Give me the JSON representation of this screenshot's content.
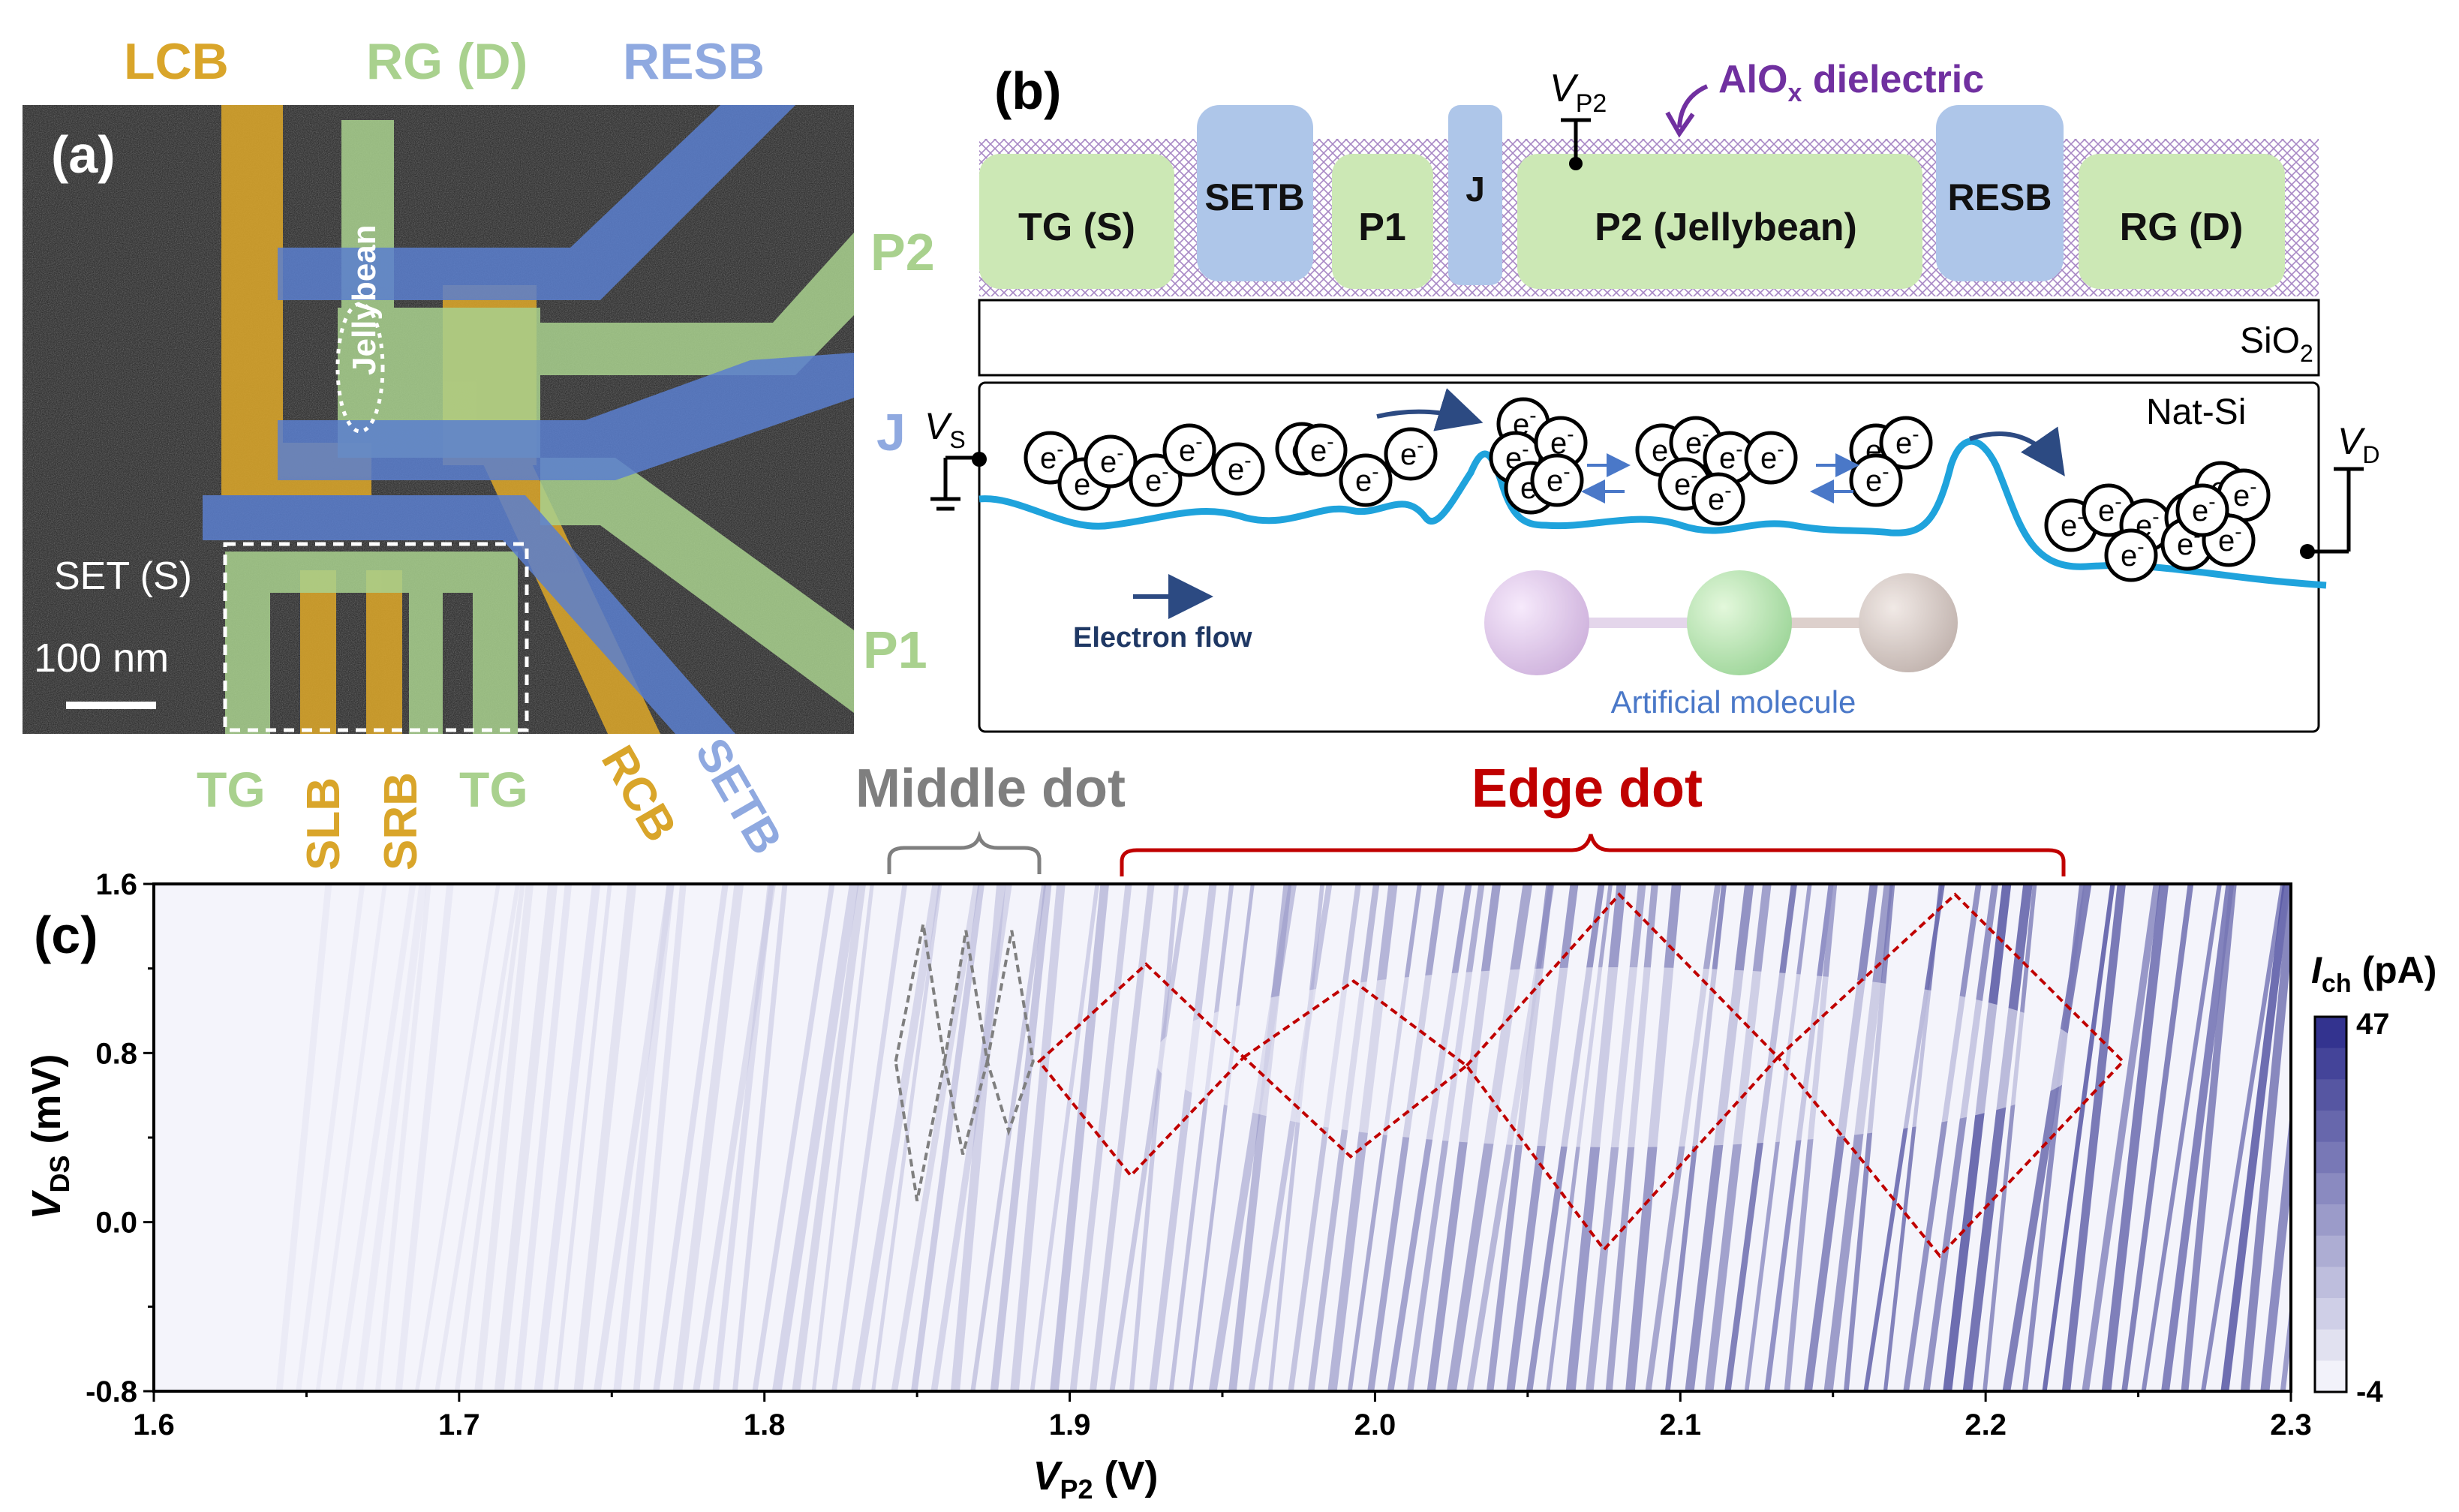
{
  "colors": {
    "gate_green": "#a9d18e",
    "gate_blue": "#5b7fcf",
    "gate_gold": "#d9a52a",
    "box_green": "#cce8b5",
    "box_blue": "#aec6e9",
    "dielectric": "#8a5fb0",
    "wave": "#1fa3dc",
    "arrow": "#2c4a82",
    "edge_dot": "#c00000",
    "middle_dot": "#7f7f7f",
    "map_low": "#f2f2fa",
    "map_high": "#33338f"
  },
  "panel_a": {
    "label": "(a)",
    "gates_top": {
      "lcb": "LCB",
      "rg_d": "RG (D)",
      "resb": "RESB"
    },
    "gates_right": {
      "p2": "P2",
      "j": "J",
      "p1": "P1"
    },
    "jellybean_label": "Jellybean",
    "set_label": "SET (S)",
    "scale_bar": "100 nm",
    "gates_bottom": {
      "tg_left": "TG",
      "slb": "SLB",
      "srb": "SRB",
      "tg_right": "TG",
      "rcb": "RCB",
      "setb": "SETB"
    }
  },
  "panel_b": {
    "label": "(b)",
    "gates": {
      "tg_s": "TG (S)",
      "setb": "SETB",
      "p1": "P1",
      "j": "J",
      "p2": "P2 (Jellybean)",
      "resb": "RESB",
      "rg_d": "RG (D)"
    },
    "vp2_label": "V",
    "vp2_sub": "P2",
    "dielectric_label": "AlO",
    "dielectric_sub": "x",
    "dielectric_suffix": " dielectric",
    "oxide_label": "SiO",
    "oxide_sub": "2",
    "substrate_label": "Nat-Si",
    "vs_label": "V",
    "vs_sub": "S",
    "vd_label": "V",
    "vd_sub": "D",
    "electron_main": "e",
    "electron_sup": "-",
    "flow_label": "Electron flow",
    "molecule_label": "Artificial molecule"
  },
  "panel_c": {
    "label": "(c)",
    "middle_dot_label": "Middle dot",
    "edge_dot_label": "Edge dot",
    "colorbar": {
      "label_main": "I",
      "label_sub": "ch",
      "label_unit": " (pA)",
      "max": "47",
      "min": "-4"
    }
  },
  "chart_data": {
    "type": "heatmap",
    "xlabel_main": "V",
    "xlabel_sub": "P2",
    "xlabel_unit": " (V)",
    "ylabel_main": "V",
    "ylabel_sub": "DS",
    "ylabel_unit": " (mV)",
    "xlim": [
      1.6,
      2.3
    ],
    "ylim": [
      -0.8,
      1.6
    ],
    "xticks": [
      1.6,
      1.7,
      1.8,
      1.9,
      2.0,
      2.1,
      2.2,
      2.3
    ],
    "xtick_labels": [
      "1.6",
      "1.7",
      "1.8",
      "1.9",
      "2.0",
      "2.1",
      "2.2",
      "2.3"
    ],
    "yticks": [
      -0.8,
      0.0,
      0.8,
      1.6
    ],
    "ytick_labels": [
      "-0.8",
      "0.0",
      "0.8",
      "1.6"
    ],
    "colorbar_range": [
      -4,
      47
    ],
    "edge_diamonds": [
      {
        "left": [
          1.89,
          0.76
        ],
        "top": [
          1.925,
          1.22
        ],
        "right": [
          1.957,
          0.78
        ],
        "bottom": [
          1.92,
          0.22
        ]
      },
      {
        "left": [
          1.957,
          0.78
        ],
        "top": [
          1.993,
          1.14
        ],
        "right": [
          2.03,
          0.74
        ],
        "bottom": [
          1.992,
          0.31
        ]
      },
      {
        "left": [
          2.03,
          0.74
        ],
        "top": [
          2.08,
          1.55
        ],
        "right": [
          2.132,
          0.78
        ],
        "bottom": [
          2.075,
          -0.13
        ]
      },
      {
        "left": [
          2.132,
          0.78
        ],
        "top": [
          2.19,
          1.55
        ],
        "right": [
          2.245,
          0.76
        ],
        "bottom": [
          2.185,
          -0.16
        ]
      }
    ],
    "middle_diamonds": [
      {
        "left": [
          1.843,
          0.76
        ],
        "top": [
          1.852,
          1.41
        ],
        "right": [
          1.859,
          0.76
        ],
        "bottom": [
          1.85,
          0.1
        ]
      },
      {
        "left": [
          1.859,
          0.76
        ],
        "top": [
          1.866,
          1.38
        ],
        "right": [
          1.873,
          0.76
        ],
        "bottom": [
          1.865,
          0.32
        ]
      },
      {
        "left": [
          1.873,
          0.76
        ],
        "top": [
          1.881,
          1.38
        ],
        "right": [
          1.888,
          0.76
        ],
        "bottom": [
          1.88,
          0.43
        ]
      }
    ]
  }
}
